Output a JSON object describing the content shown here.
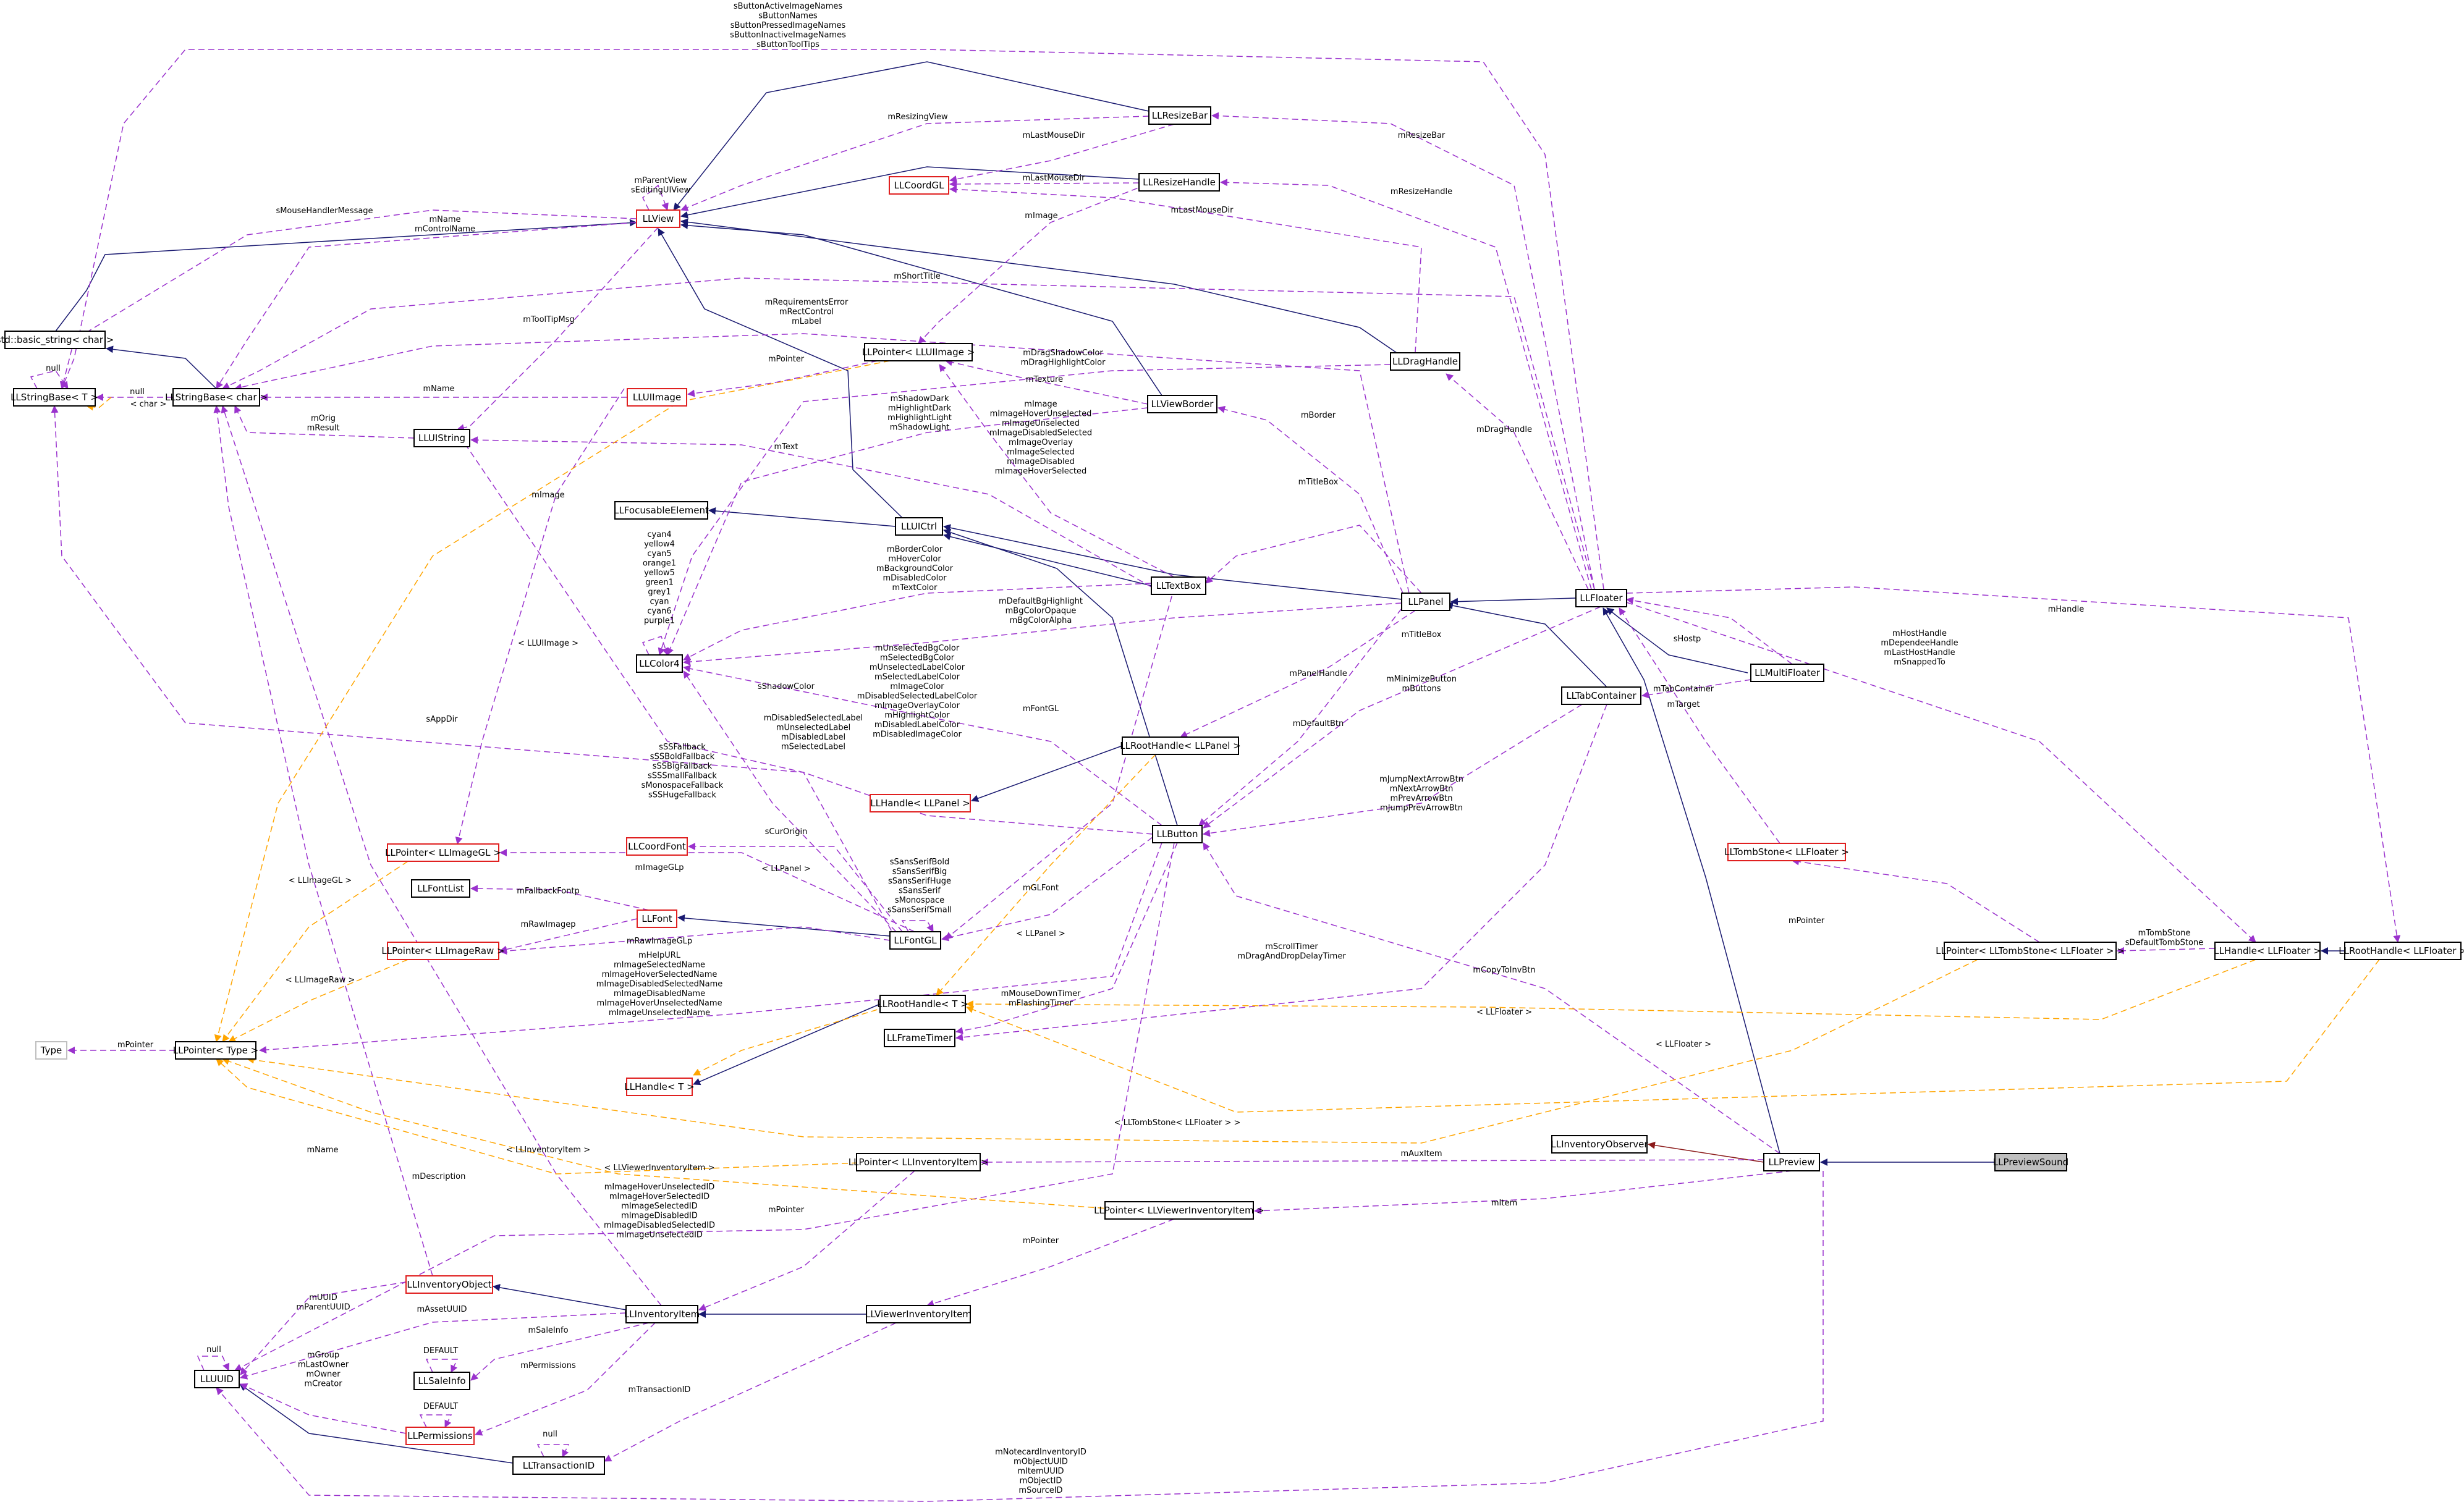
{
  "diagram": {
    "nodes": {
      "LLPreviewSound": "LLPreviewSound",
      "LLPreview": "LLPreview",
      "LLInventoryObserver": "LLInventoryObserver",
      "LLFloater": "LLFloater",
      "LLPanel": "LLPanel",
      "LLUICtrl": "LLUICtrl",
      "LLFocusableElement": "LLFocusableElement",
      "LLView": "LLView",
      "LLResizeBar": "LLResizeBar",
      "LLResizeHandle": "LLResizeHandle",
      "LLCoordGL": "LLCoordGL",
      "stdBasicString": "std::basic_string< char >",
      "LLStringBaseT": "LLStringBase< T >",
      "LLStringBaseChar": "LLStringBase< char >",
      "LLUIImage": "LLUIImage",
      "LLUIString": "LLUIString",
      "LLPointerLLUIImage": "LLPointer< LLUIImage >",
      "LLDragHandle": "LLDragHandle",
      "LLViewBorder": "LLViewBorder",
      "LLTextBox": "LLTextBox",
      "LLColor4": "LLColor4",
      "LLMultiFloater": "LLMultiFloater",
      "LLTabContainer": "LLTabContainer",
      "LLRootHandleLLPanel": "LLRootHandle< LLPanel >",
      "LLHandleLLPanel": "LLHandle< LLPanel >",
      "LLButton": "LLButton",
      "LLTombStoneLLFloater": "LLTombStone< LLFloater >",
      "LLPointerLLImageGL": "LLPointer< LLImageGL >",
      "LLCoordFont": "LLCoordFont",
      "LLFontList": "LLFontList",
      "LLFont": "LLFont",
      "LLFontGL": "LLFontGL",
      "LLPointerLLImageRaw": "LLPointer< LLImageRaw >",
      "LLPointerLLTombStone": "LLPointer< LLTombStone< LLFloater > >",
      "LLHandleLLFloater": "LLHandle< LLFloater >",
      "LLRootHandleLLFloater": "LLRootHandle< LLFloater >",
      "Type": "Type",
      "LLPointerType": "LLPointer< Type >",
      "LLRootHandleT": "LLRootHandle< T >",
      "LLFrameTimer": "LLFrameTimer",
      "LLHandleT": "LLHandle< T >",
      "LLPointerLLInventoryItem": "LLPointer< LLInventoryItem >",
      "LLPointerLLViewerInventoryItem": "LLPointer< LLViewerInventoryItem >",
      "LLInventoryObject": "LLInventoryObject",
      "LLInventoryItem": "LLInventoryItem",
      "LLViewerInventoryItem": "LLViewerInventoryItem",
      "LLUUID": "LLUUID",
      "LLSaleInfo": "LLSaleInfo",
      "LLPermissions": "LLPermissions",
      "LLTransactionID": "LLTransactionID"
    },
    "labels": {
      "sButtonImageNames": [
        "sButtonActiveImageNames",
        "sButtonNames",
        "sButtonPressedImageNames",
        "sButtonInactiveImageNames",
        "sButtonToolTips"
      ],
      "mResizingView": [
        "mResizingView"
      ],
      "mLastMouseDirBar": [
        "mLastMouseDir"
      ],
      "mLastMouseDirHandle": [
        "mLastMouseDir"
      ],
      "mLastMouseDirDrag": [
        "mLastMouseDir"
      ],
      "mResizeBar": [
        "mResizeBar"
      ],
      "mResizeHandle": [
        "mResizeHandle"
      ],
      "mParentView": [
        "mParentView",
        "sEditingUIView"
      ],
      "sMouseHandlerMessage": [
        "sMouseHandlerMessage"
      ],
      "mName": [
        "mName",
        "mControlName"
      ],
      "mImage": [
        "mImage"
      ],
      "mShortTitle": [
        "mShortTitle"
      ],
      "mRequirementsError": [
        "mRequirementsError",
        "mRectControl",
        "mLabel"
      ],
      "mToolTipMsg": [
        "mToolTipMsg"
      ],
      "nullStrBase": [
        "null"
      ],
      "nullStrChar": [
        "null"
      ],
      "charTmpl": [
        "< char >"
      ],
      "mNameImg": [
        "mName"
      ],
      "mOrigResult": [
        "mOrig",
        "mResult"
      ],
      "mPointerUIImg": [
        "mPointer"
      ],
      "mDragShadowColor": [
        "mDragShadowColor",
        "mDragHighlightColor"
      ],
      "mTexture": [
        "mTexture"
      ],
      "mShadowDark": [
        "mShadowDark",
        "mHighlightDark",
        "mHighlightLight",
        "mShadowLight"
      ],
      "mImageHoverUnselected": [
        "mImage",
        "mImageHoverUnselected",
        "mImageUnselected",
        "mImageDisabledSelected",
        "mImageOverlay",
        "mImageSelected",
        "mImageDisabled",
        "mImageHoverSelected"
      ],
      "mText": [
        "mText"
      ],
      "mBorder": [
        "mBorder"
      ],
      "mTitleBox": [
        "mTitleBox"
      ],
      "mDragHandle": [
        "mDragHandle"
      ],
      "mHandle": [
        "mHandle"
      ],
      "mImageUIImage": [
        "mImage"
      ],
      "cyanColors": [
        "cyan4",
        "yellow4",
        "cyan5",
        "orange1",
        "yellow5",
        "green1",
        "grey1",
        "cyan",
        "cyan6",
        "purple1"
      ],
      "mBorderColor": [
        "mBorderColor",
        "mHoverColor",
        "mBackgroundColor",
        "mDisabledColor",
        "mTextColor"
      ],
      "mDefaultBgColor": [
        "mDefaultBgHighlight",
        "mBgColorOpaque",
        "mBgColorAlpha"
      ],
      "lluiImageTmpl": [
        "< LLUIImage >"
      ],
      "mUnselectedBgColor": [
        "mUnselectedBgColor",
        "mSelectedBgColor",
        "mUnselectedLabelColor",
        "mSelectedLabelColor",
        "mImageColor",
        "mDisabledSelectedLabelColor",
        "mImageOverlayColor",
        "mHighlightColor",
        "mDisabledLabelColor",
        "mDisabledImageColor"
      ],
      "sShadowColor": [
        "sShadowColor"
      ],
      "mTitleBoxTab": [
        "mTitleBox"
      ],
      "mPanelHandle": [
        "mPanelHandle"
      ],
      "mMinimizeButton": [
        "mMinimizeButton",
        "mButtons"
      ],
      "mDefaultBtn": [
        "mDefaultBtn"
      ],
      "sHostp": [
        "sHostp"
      ],
      "mTabContainer": [
        "mTabContainer"
      ],
      "mTarget": [
        "mTarget"
      ],
      "mHostHandle": [
        "mHostHandle",
        "mDependeeHandle",
        "mLastHostHandle",
        "mSnappedTo"
      ],
      "sAppDir": [
        "sAppDir"
      ],
      "mDisabledSelectedLabel": [
        "mDisabledSelectedLabel",
        "mUnselectedLabel",
        "mDisabledLabel",
        "mSelectedLabel"
      ],
      "mFontGL": [
        "mFontGL"
      ],
      "sSSFallback": [
        "sSSFallback",
        "sSSBoldFallback",
        "sSSBigFallback",
        "sSSSmallFallback",
        "sMonospaceFallback",
        "sSSHugeFallback"
      ],
      "mJumpNextArrowBtn": [
        "mJumpNextArrowBtn",
        "mNextArrowBtn",
        "mPrevArrowBtn",
        "mJumpPrevArrowBtn"
      ],
      "sCurOrigin": [
        "sCurOrigin"
      ],
      "sSansSerifBold": [
        "sSansSerifBold",
        "sSansSerifBig",
        "sSansSerifHuge",
        "sSansSerif",
        "sMonospace",
        "sSansSerifSmall"
      ],
      "llPanelTmpl": [
        "< LLPanel >"
      ],
      "mImageGLp": [
        "mImageGLp"
      ],
      "mGLFont": [
        "mGLFont"
      ],
      "llImageGLTmpl": [
        "< LLImageGL >"
      ],
      "mFallbackFontp": [
        "mFallbackFontp"
      ],
      "mRawImagep": [
        "mRawImagep"
      ],
      "mRawImageGLp": [
        "mRawImageGLp"
      ],
      "llPanelTmpl2": [
        "< LLPanel >"
      ],
      "mScrollTimer": [
        "mScrollTimer",
        "mDragAndDropDelayTimer"
      ],
      "mCopyToInvBtn": [
        "mCopyToInvBtn"
      ],
      "mPointerTomb": [
        "mPointer"
      ],
      "mTombStone": [
        "mTombStone",
        "sDefaultTombStone"
      ],
      "mHelpURL": [
        "mHelpURL",
        "mImageSelectedName",
        "mImageHoverSelectedName",
        "mImageDisabledSelectedName",
        "mImageDisabledName",
        "mImageHoverUnselectedName",
        "mImageUnselectedName"
      ],
      "llImageRawTmpl": [
        "< LLImageRaw >"
      ],
      "mMouseDownTimer": [
        "mMouseDownTimer",
        "mFlashingTimer"
      ],
      "llFloaterTmpl": [
        "< LLFloater >"
      ],
      "llFloaterTmpl2": [
        "< LLFloater >"
      ],
      "mPointerType": [
        "mPointer"
      ],
      "llTombStoneTmpl": [
        "< LLTombStone< LLFloater > >"
      ],
      "mNameInv": [
        "mName"
      ],
      "llInvItemTmpl": [
        "< LLInventoryItem >"
      ],
      "llViewerInvItemTmpl": [
        "< LLViewerInventoryItem >"
      ],
      "mAuxItem": [
        "mAuxItem"
      ],
      "mItem": [
        "mItem"
      ],
      "mDescription": [
        "mDescription"
      ],
      "mImageHoverUnselectedID": [
        "mImageHoverUnselectedID",
        "mImageHoverSelectedID",
        "mImageSelectedID",
        "mImageDisabledID",
        "mImageDisabledSelectedID",
        "mImageUnselectedID"
      ],
      "mPointerInv": [
        "mPointer"
      ],
      "mPointerViewerInv": [
        "mPointer"
      ],
      "mUUID": [
        "mUUID",
        "mParentUUID"
      ],
      "mAssetUUID": [
        "mAssetUUID"
      ],
      "nullUUID": [
        "null"
      ],
      "mSaleInfo": [
        "mSaleInfo"
      ],
      "defaultSale": [
        "DEFAULT"
      ],
      "mGroup": [
        "mGroup",
        "mLastOwner",
        "mOwner",
        "mCreator"
      ],
      "defaultPerm": [
        "DEFAULT"
      ],
      "mPermissions": [
        "mPermissions"
      ],
      "mTransactionID": [
        "mTransactionID"
      ],
      "nullTrans": [
        "null"
      ],
      "mNotecardInventoryID": [
        "mNotecardInventoryID",
        "mObjectUUID",
        "mItemUUID",
        "mObjectID",
        "mSourceID"
      ]
    }
  }
}
